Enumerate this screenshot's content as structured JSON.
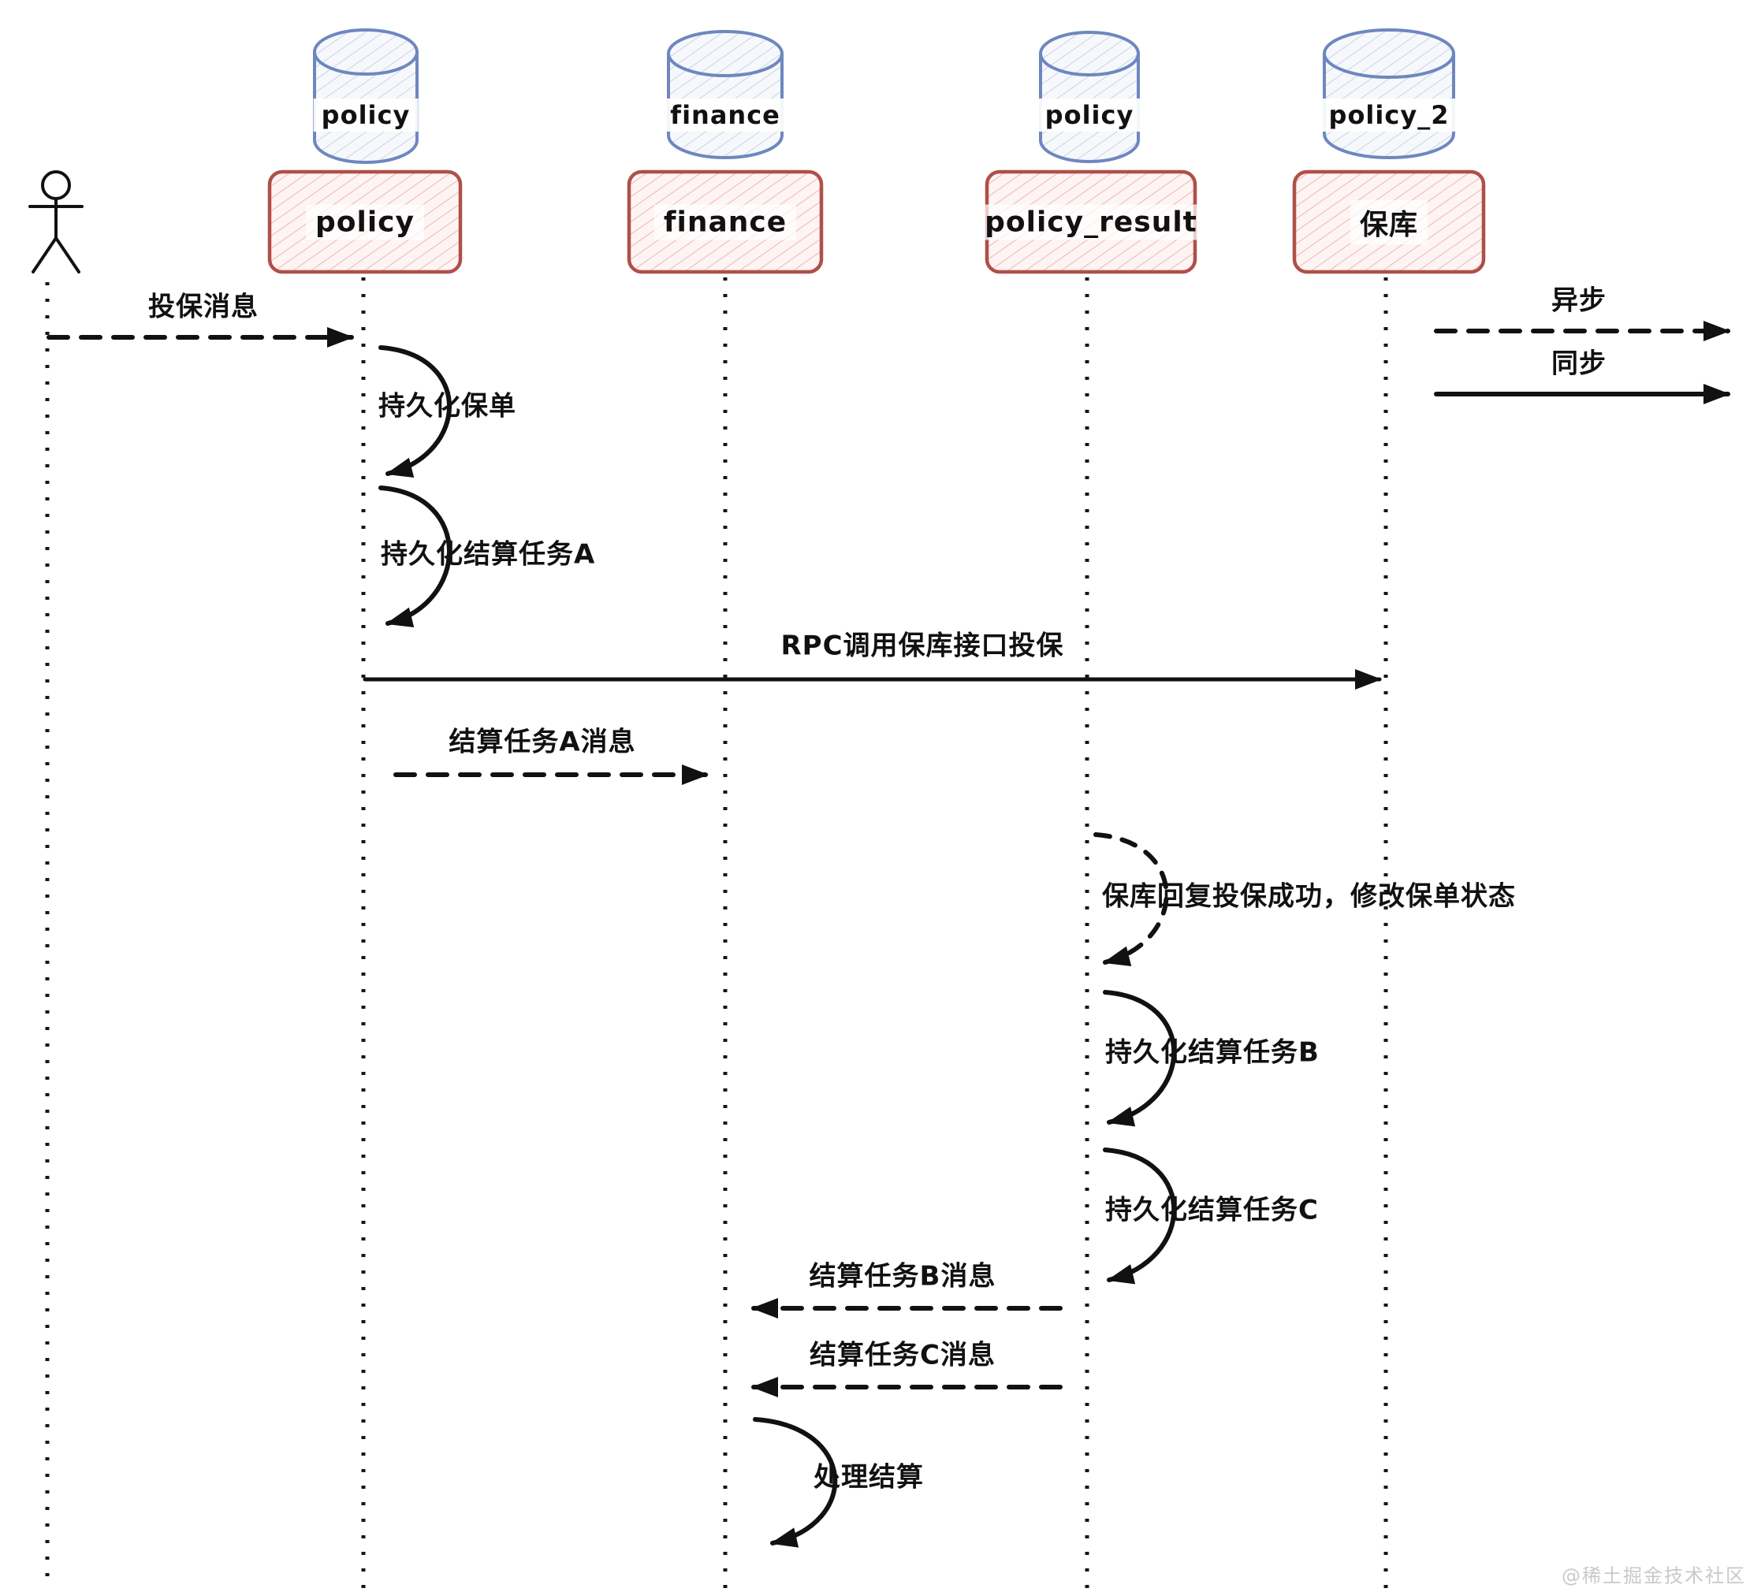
{
  "participants": [
    {
      "db": "policy",
      "queue": "policy"
    },
    {
      "db": "finance",
      "queue": "finance"
    },
    {
      "db": "policy",
      "queue": "policy_result"
    },
    {
      "db": "policy_2",
      "queue": "保库"
    }
  ],
  "messages": {
    "apply": "投保消息",
    "persist_policy": "持久化保单",
    "persist_task_a": "持久化结算任务A",
    "rpc_call": "RPC调用保库接口投保",
    "task_a_msg": "结算任务A消息",
    "reply_success": "保库回复投保成功，修改保单状态",
    "persist_task_b": "持久化结算任务B",
    "persist_task_c": "持久化结算任务C",
    "task_b_msg": "结算任务B消息",
    "task_c_msg": "结算任务C消息",
    "process_settlement": "处理结算"
  },
  "legend": {
    "async": "异步",
    "sync": "同步"
  },
  "watermark": "@稀土掘金技术社区",
  "colors": {
    "db_stroke": "#6e87bf",
    "db_hatch": "#c9d4e8",
    "queue_stroke": "#b04f49",
    "queue_hatch": "#efb6b1",
    "ink": "#111111",
    "watermark": "#c9c9c9"
  }
}
